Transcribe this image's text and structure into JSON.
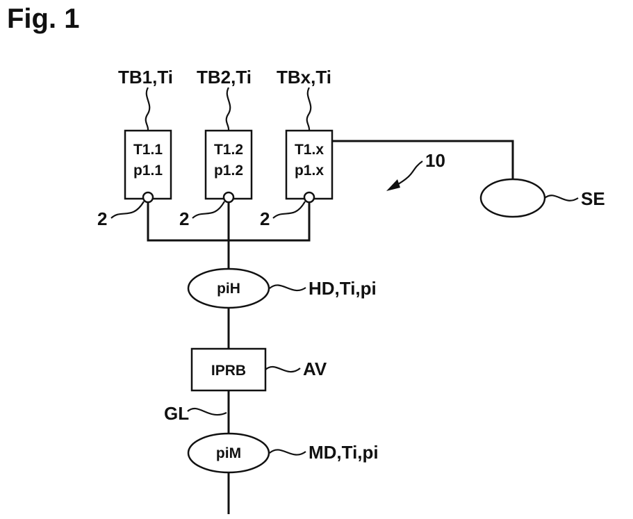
{
  "figure_title": "Fig. 1",
  "labels": {
    "tb1": "TB1,Ti",
    "tb2": "TB2,Ti",
    "tbx": "TBx,Ti",
    "ref_10": "10",
    "se": "SE",
    "two_a": "2",
    "two_b": "2",
    "two_c": "2",
    "hd": "HD,Ti,pi",
    "av": "AV",
    "gl": "GL",
    "md": "MD,Ti,pi"
  },
  "boxes": {
    "t11": {
      "line1": "T1.1",
      "line2": "p1.1"
    },
    "t12": {
      "line1": "T1.2",
      "line2": "p1.2"
    },
    "t1x": {
      "line1": "T1.x",
      "line2": "p1.x"
    },
    "iprb": "IPRB"
  },
  "ellipses": {
    "pih": "piH",
    "pim": "piM",
    "se": ""
  },
  "colors": {
    "ink": "#111111",
    "background": "#ffffff"
  }
}
